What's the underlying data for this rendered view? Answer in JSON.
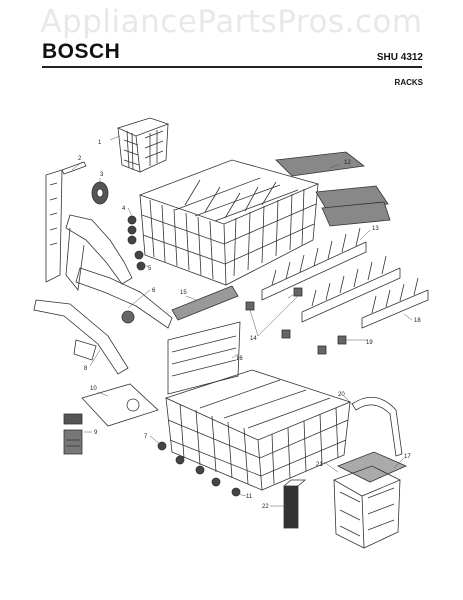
{
  "watermark": "AppliancePartsPros.com",
  "header": {
    "brand": "BOSCH",
    "model": "SHU 4312",
    "section": "RACKS"
  },
  "callouts": [
    "1",
    "2",
    "3",
    "4",
    "5",
    "6",
    "7",
    "8",
    "9",
    "10",
    "11",
    "12",
    "13",
    "14",
    "15",
    "16",
    "17",
    "18",
    "19",
    "20",
    "21",
    "22"
  ]
}
